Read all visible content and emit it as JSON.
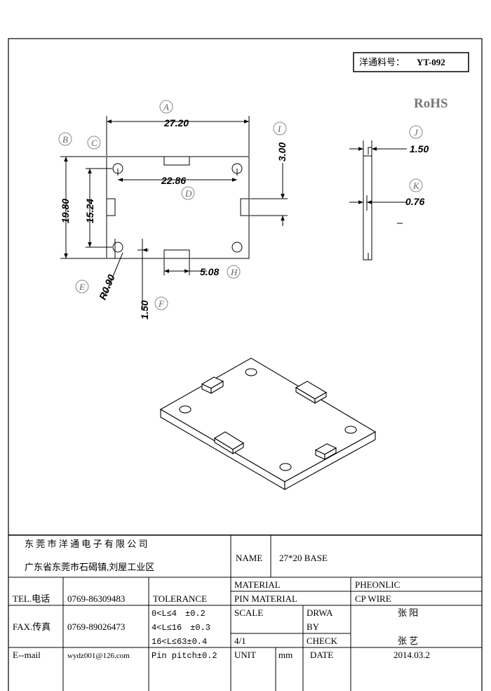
{
  "part_box": {
    "label": "洋通料号：",
    "value": "YT-092"
  },
  "rohs": "RoHS",
  "dimensions": {
    "width": "27.20",
    "pin_span": "22.86",
    "height": "19.80",
    "pin_vspan": "15.24",
    "tab_depth": "3.00",
    "pin_radius": "R0.90",
    "pin_offset": "1.50",
    "tab_width": "5.08",
    "thickness": "1.50",
    "step": "0.76"
  },
  "callouts": [
    "A",
    "B",
    "C",
    "D",
    "E",
    "F",
    "H",
    "I",
    "J",
    "K"
  ],
  "title_block": {
    "company": "东 莞 市 洋 通 电 子 有 限 公 司",
    "address": "广东省东莞市石碣镇,刘屋工业区",
    "name_label": "NAME",
    "name_value": "27*20 BASE",
    "tel_label": "TEL.电话",
    "tel_value": "0769-86309483",
    "tolerance_label": "TOLERANCE",
    "material_label": "MATERIAL",
    "material_value": "PHEONLIC",
    "pin_material_label": "PIN MATERIAL",
    "pin_material_value": "CP WIRE",
    "fax_label": "FAX.传真",
    "fax_value": "0769-89026473",
    "tol_1": "0<L≤4　±0.2",
    "tol_2": "4<L≤16　±0.3",
    "tol_3": "16<L≤63±0.4",
    "tol_4": "Pin pitch±0.2",
    "scale_label": "SCALE",
    "scale_value": "4/1",
    "drawn_label_1": "DRWA",
    "drawn_label_2": "BY",
    "drawn_value": "张 阳",
    "check_label": "CHECK",
    "check_value": "张 艺",
    "email_label": "E--mail",
    "email_value": "wydz001@126.com",
    "unit_label": "UNIT",
    "unit_value": "mm",
    "date_label": "DATE",
    "date_value": "2014.03.2"
  }
}
